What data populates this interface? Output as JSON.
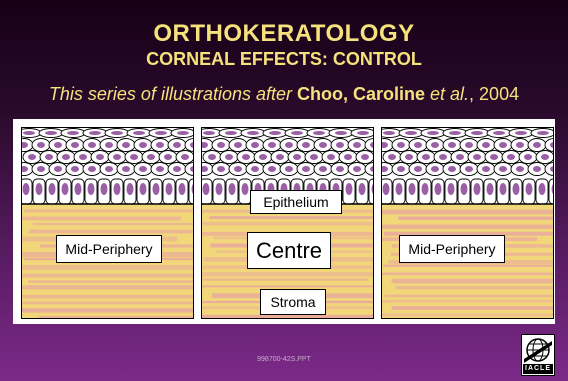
{
  "title": "ORTHOKERATOLOGY",
  "subtitle": "CORNEAL EFFECTS: CONTROL",
  "credit": {
    "prefix": "This series of illustrations after ",
    "author": "Choo, Caroline",
    "etal": " et al.",
    "year": ", 2004"
  },
  "panels": {
    "left": {
      "region_label": "Mid-Periphery"
    },
    "center": {
      "top_label": "Epithelium",
      "region_label": "Centre",
      "bottom_label": "Stroma"
    },
    "right": {
      "region_label": "Mid-Periphery"
    }
  },
  "footer": "998700-42S.PPT",
  "logo_text": "IACLE",
  "colors": {
    "title_text": "#f5e27c",
    "nucleus": "#9b5fa6",
    "stroma_yellow": "#f2d67a",
    "stroma_pink": "#e8a7a0"
  }
}
